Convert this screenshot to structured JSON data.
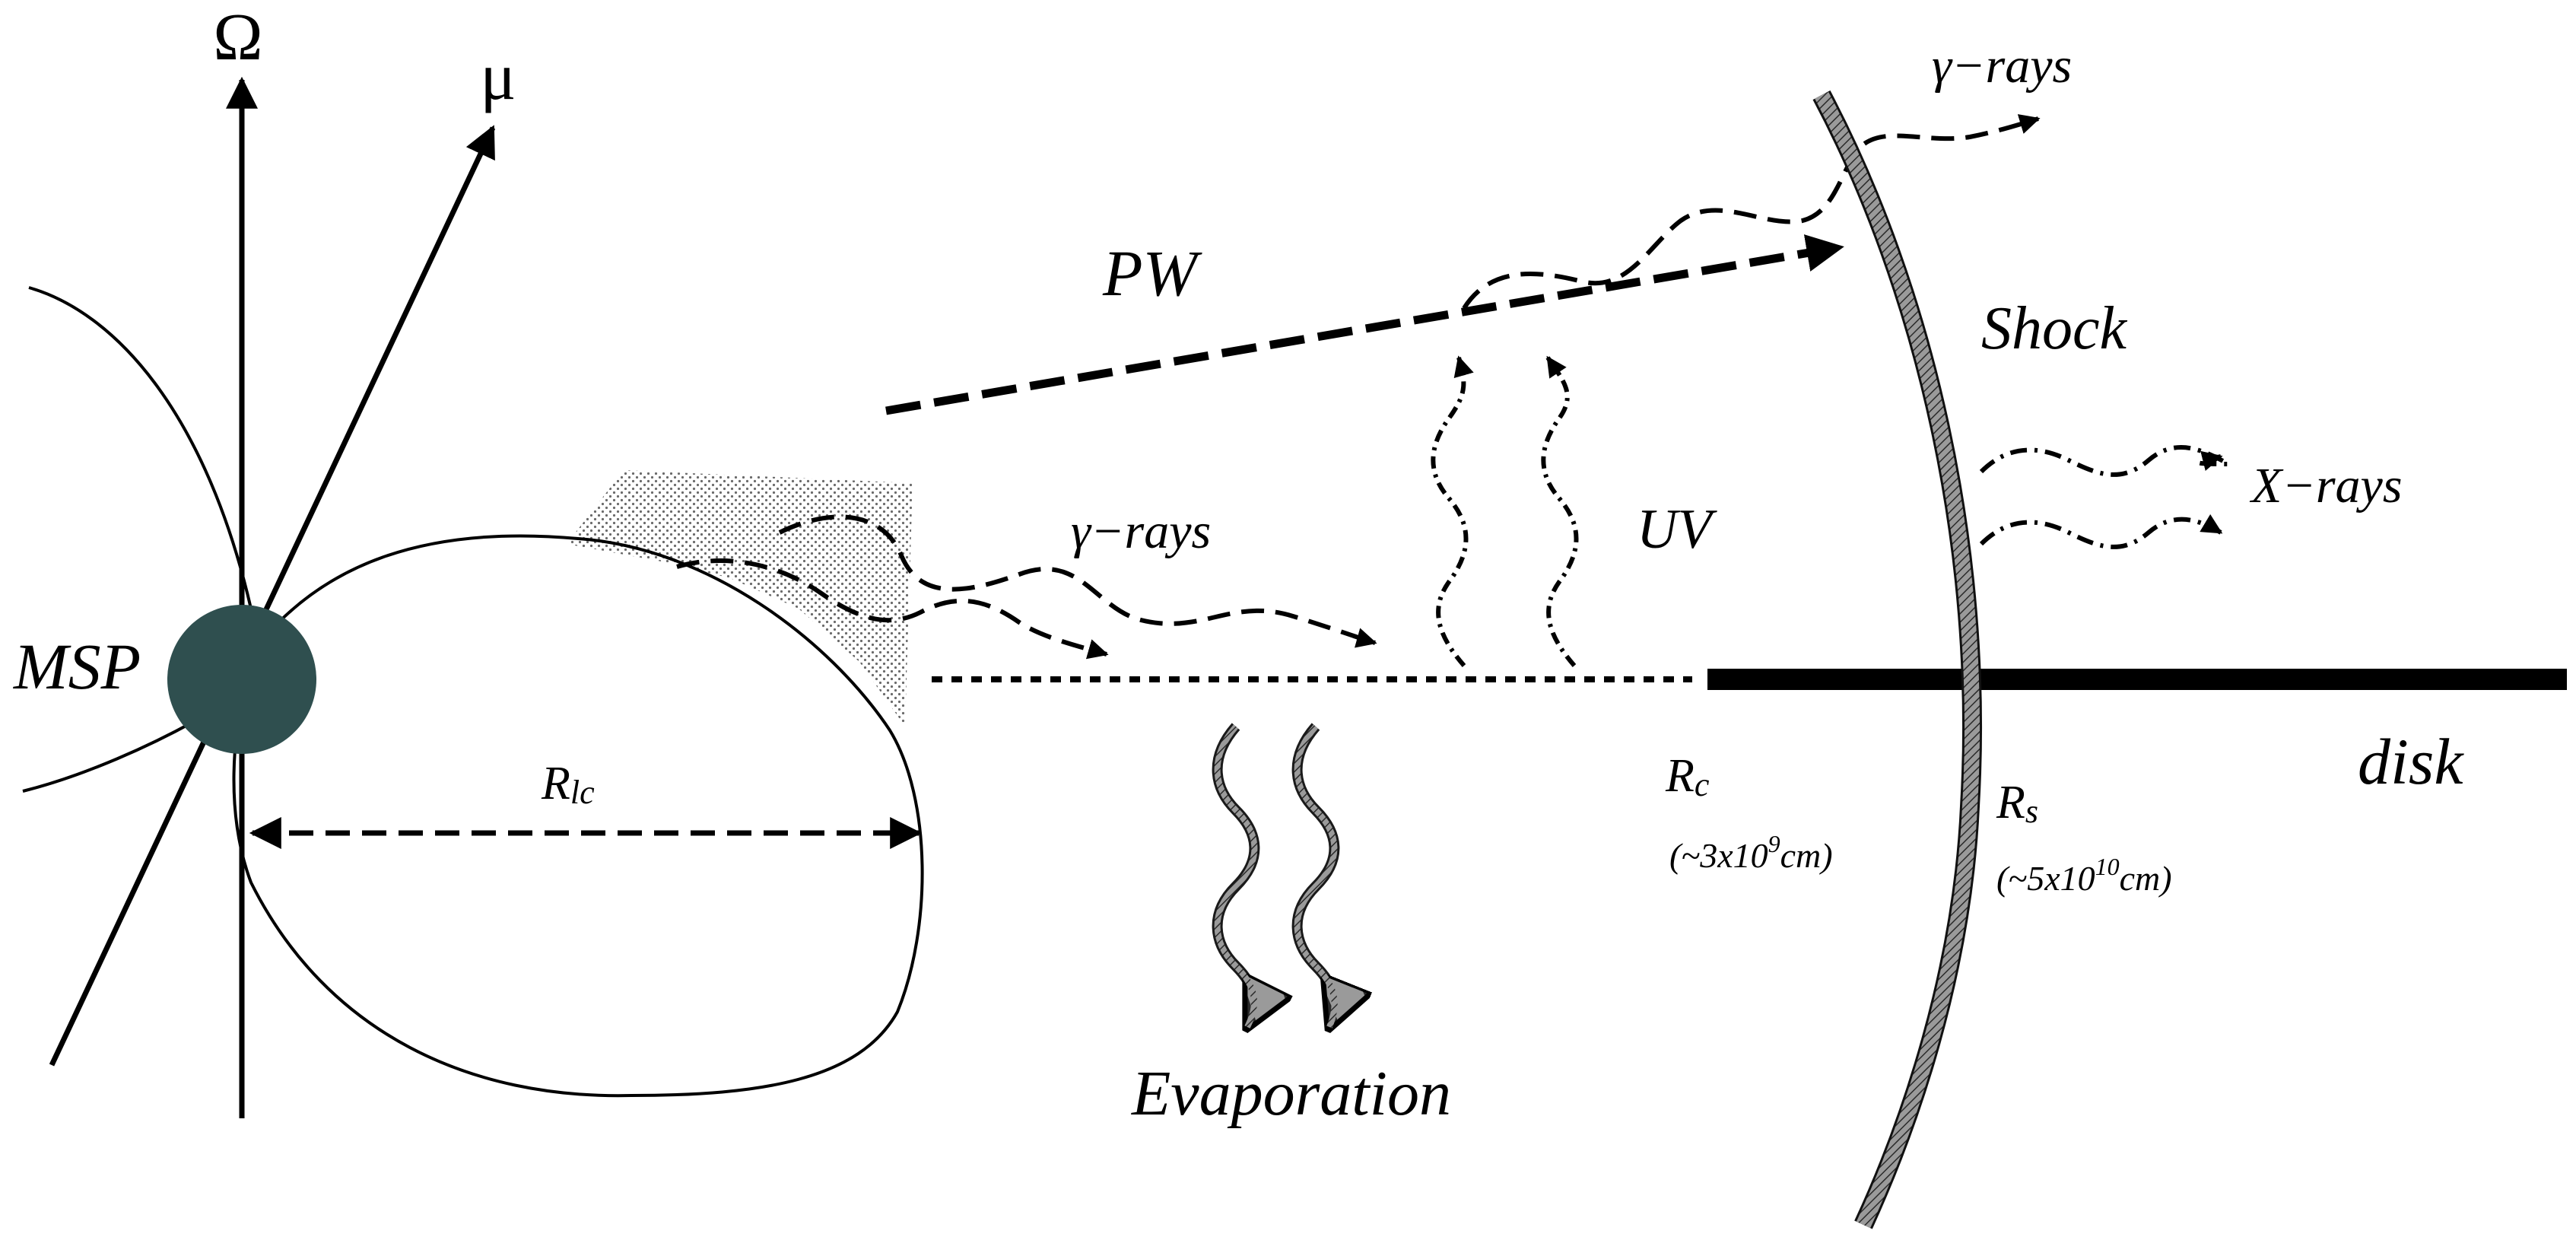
{
  "labels": {
    "omega": "Ω",
    "mu": "μ",
    "msp": "MSP",
    "rlc_main": "R",
    "rlc_sub": "lc",
    "gamma_rays_mid": "γ−rays",
    "gamma_rays_top": "γ−rays",
    "pw": "PW",
    "uv": "UV",
    "evaporation": "Evaporation",
    "shock": "Shock",
    "x_rays": "X−rays",
    "disk": "disk",
    "rc_main": "R",
    "rc_sub": "c",
    "rc_value_pre": "(~3x10",
    "rc_value_exp": "9",
    "rc_value_post": "cm)",
    "rs_main": "R",
    "rs_sub": "s",
    "rs_value_pre": "(~5x10",
    "rs_value_exp": "10",
    "rs_value_post": "cm)"
  },
  "colors": {
    "ink": "#000000",
    "star": "#2f4f4f",
    "shock_fill": "#8a8a8a",
    "shade": "#bdbdbd"
  }
}
